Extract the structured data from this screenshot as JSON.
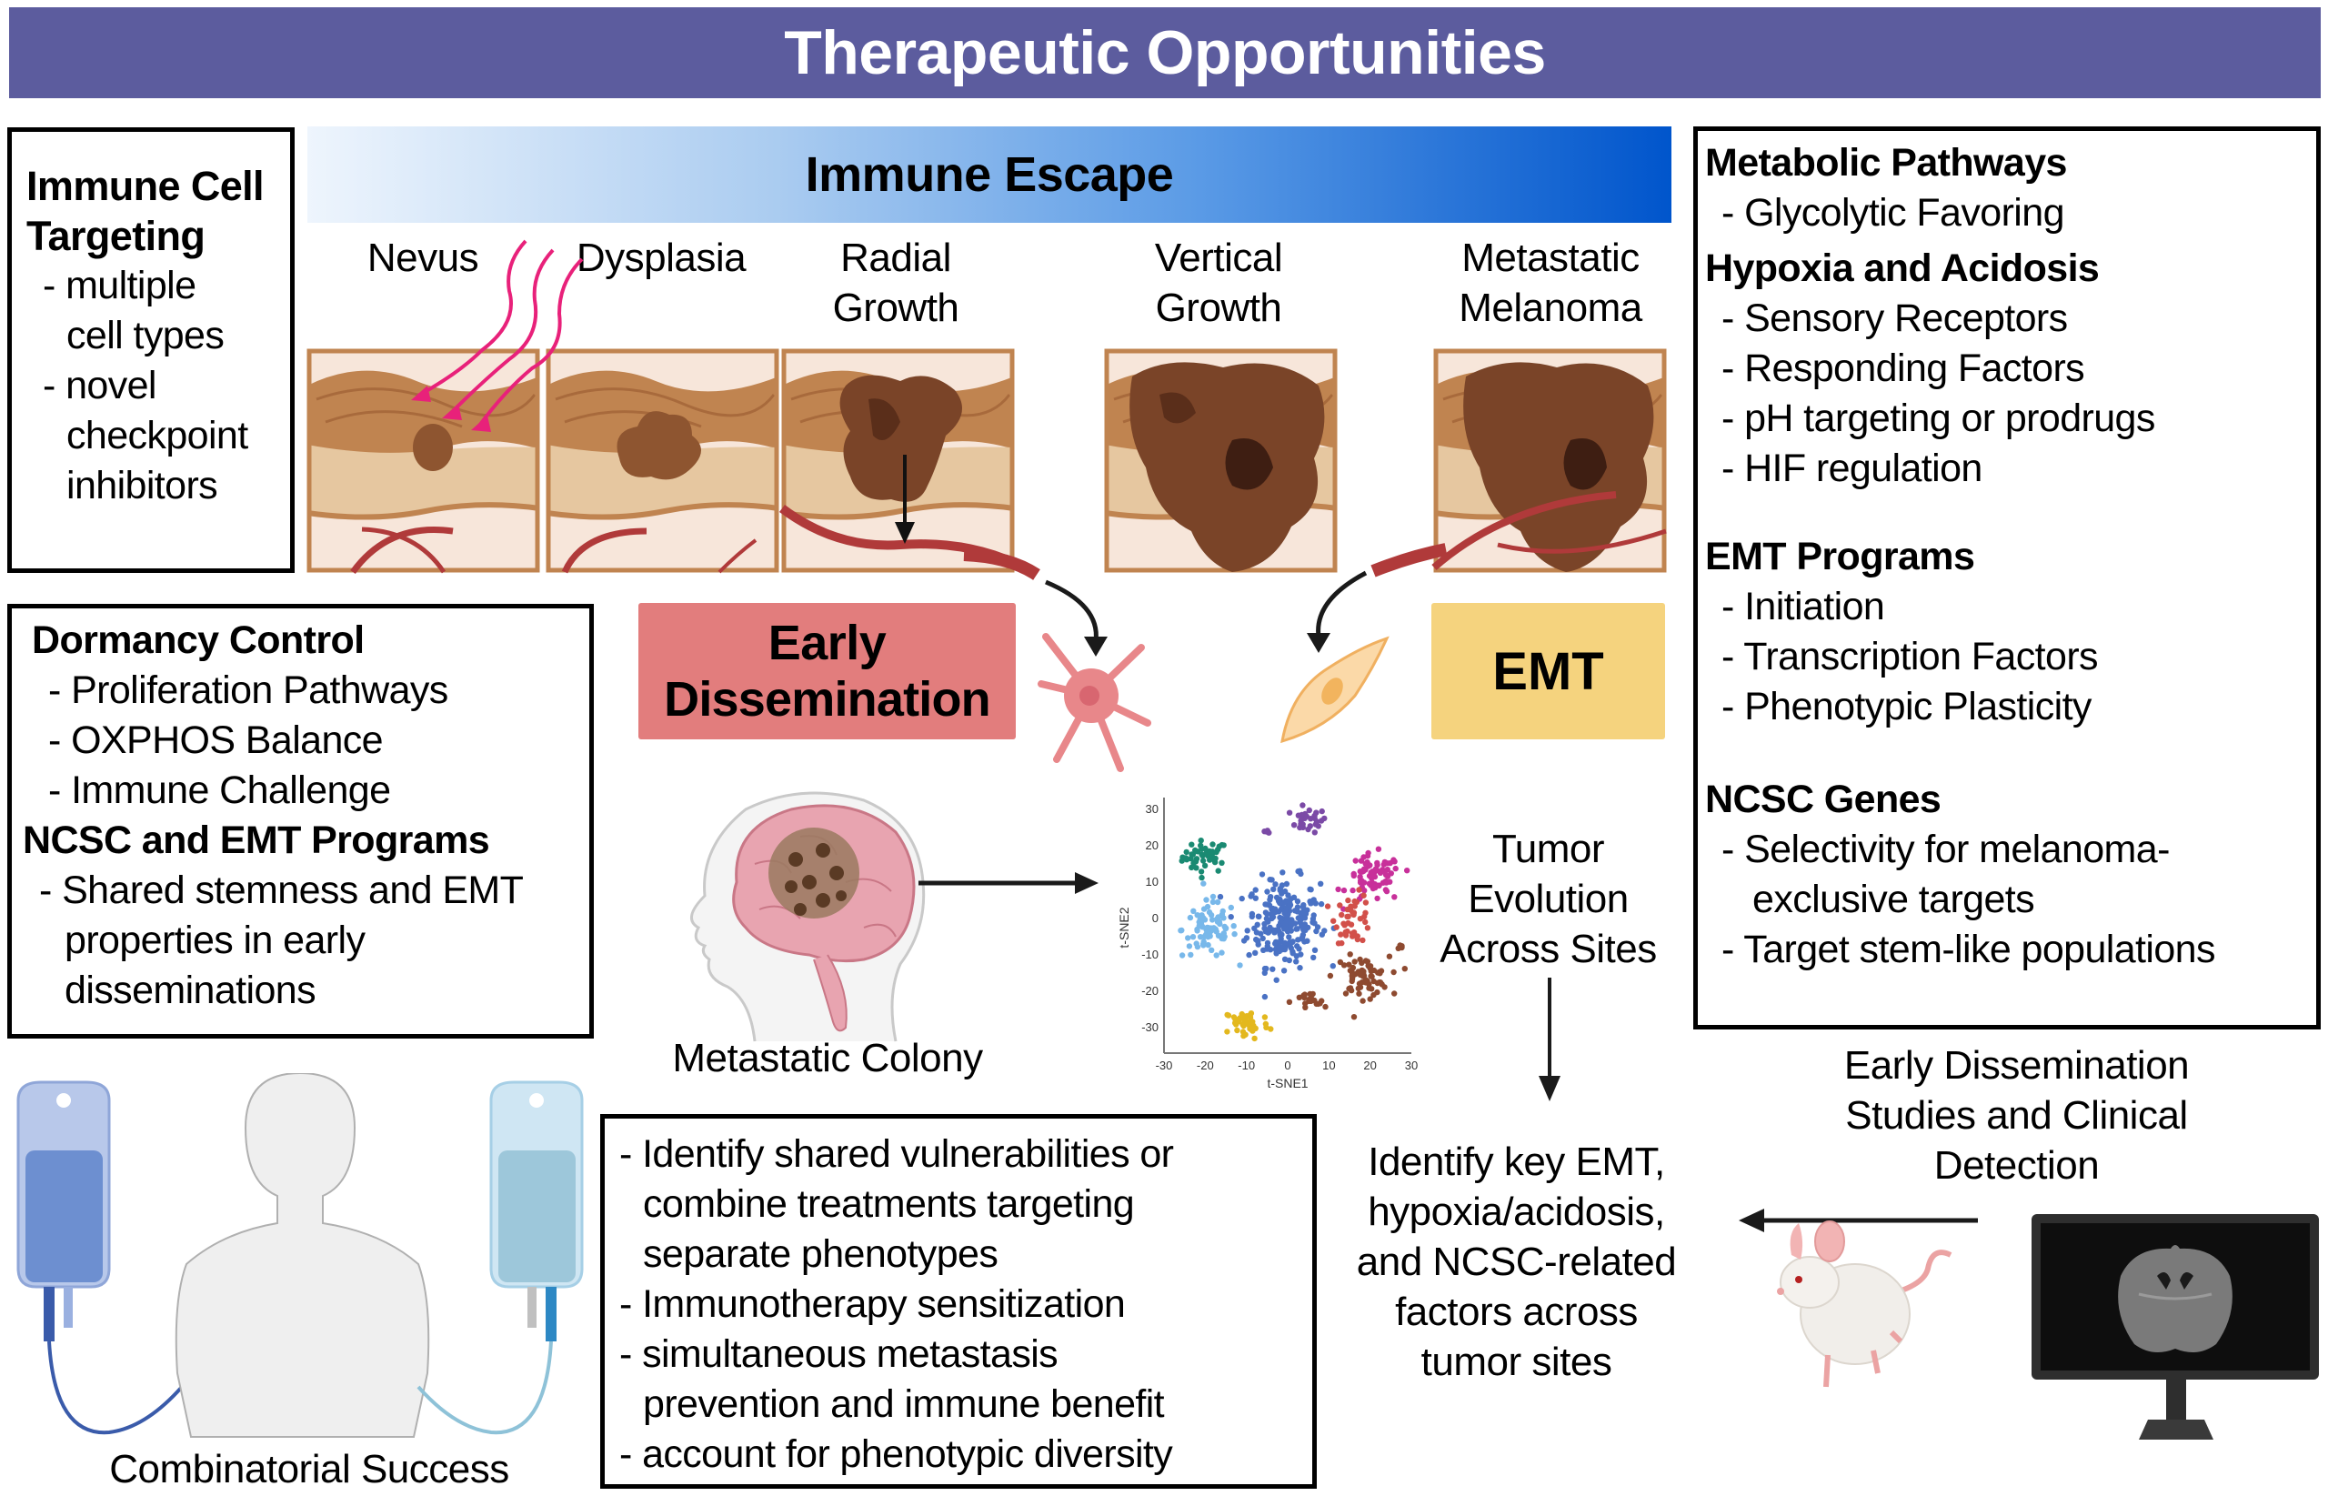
{
  "title": "Therapeutic Opportunities",
  "immune_escape": {
    "label": "Immune Escape",
    "stages": [
      {
        "line1": "Nevus",
        "line2": ""
      },
      {
        "line1": "Dysplasia",
        "line2": ""
      },
      {
        "line1": "Radial",
        "line2": "Growth"
      },
      {
        "line1": "Vertical",
        "line2": "Growth"
      },
      {
        "line1": "Metastatic",
        "line2": "Melanoma"
      }
    ]
  },
  "immune_cell_box": {
    "heading_line1": "Immune Cell",
    "heading_line2": "Targeting",
    "lines": [
      "- multiple",
      "cell types",
      "- novel",
      "checkpoint",
      "inhibitors"
    ]
  },
  "right_box": {
    "sections": [
      {
        "heading": "Metabolic Pathways",
        "items": [
          "- Glycolytic Favoring"
        ]
      },
      {
        "heading": "Hypoxia and Acidosis",
        "items": [
          "- Sensory Receptors",
          "- Responding Factors",
          "- pH targeting or prodrugs",
          "- HIF regulation"
        ]
      },
      {
        "heading": "EMT Programs",
        "items": [
          "- Initiation",
          "- Transcription Factors",
          "- Phenotypic Plasticity"
        ]
      },
      {
        "heading": "NCSC Genes",
        "items": [
          "- Selectivity for melanoma-",
          "exclusive targets",
          "- Target stem-like populations"
        ]
      }
    ]
  },
  "dormancy_box": {
    "heading1": "Dormancy Control",
    "items1": [
      "- Proliferation Pathways",
      "- OXPHOS Balance",
      "- Immune Challenge"
    ],
    "heading2": "NCSC and EMT Programs",
    "items2": [
      "- Shared stemness and EMT",
      "properties in early",
      "disseminations"
    ]
  },
  "early_dissemination": {
    "line1": "Early",
    "line2": "Dissemination",
    "color": "#E27D7D"
  },
  "emt": {
    "label": "EMT",
    "color": "#F5D37E"
  },
  "metastatic_colony": "Metastatic Colony",
  "tumor_evolution": [
    "Tumor",
    "Evolution",
    "Across Sites"
  ],
  "identify_key": [
    "Identify key EMT,",
    "hypoxia/acidosis,",
    "and NCSC-related",
    "factors across",
    "tumor sites"
  ],
  "early_studies": [
    "Early Dissemination",
    "Studies and Clinical",
    "Detection"
  ],
  "combinatorial": "Combinatorial Success",
  "bottom_box": {
    "lines": [
      "- Identify shared vulnerabilities or",
      "combine treatments targeting",
      "separate phenotypes",
      "- Immunotherapy sensitization",
      "- simultaneous metastasis",
      "prevention and immune benefit",
      "- account for phenotypic diversity"
    ]
  },
  "chart_data": {
    "type": "scatter",
    "title": "",
    "xlabel": "t-SNE1",
    "ylabel": "t-SNE2",
    "xlim": [
      -30,
      30
    ],
    "ylim": [
      -37,
      32
    ],
    "xticks": [
      "-30",
      "-20",
      "-10",
      "0",
      "10",
      "20",
      "30"
    ],
    "yticks": [
      "30",
      "20",
      "10",
      "0",
      "-10",
      "-20",
      "-30"
    ],
    "grid": false,
    "legend": "none",
    "clusters": [
      {
        "name": "teal",
        "color": "#1A8A72",
        "center": [
          -20,
          17
        ],
        "spread": [
          5,
          4
        ],
        "n": 45
      },
      {
        "name": "purple",
        "color": "#7B4AA6",
        "center": [
          5,
          27
        ],
        "spread": [
          4,
          3
        ],
        "n": 28
      },
      {
        "name": "purple-small",
        "color": "#7B4AA6",
        "center": [
          -5,
          24
        ],
        "spread": [
          1,
          0.6
        ],
        "n": 4
      },
      {
        "name": "blue",
        "color": "#4A72C4",
        "center": [
          -1,
          -1
        ],
        "spread": [
          8,
          11
        ],
        "n": 230
      },
      {
        "name": "light-blue",
        "color": "#78B8EA",
        "center": [
          -19,
          -3
        ],
        "spread": [
          6,
          7
        ],
        "n": 80
      },
      {
        "name": "magenta",
        "color": "#C8309A",
        "center": [
          21,
          11
        ],
        "spread": [
          6,
          6
        ],
        "n": 75
      },
      {
        "name": "red",
        "color": "#D2504A",
        "center": [
          16,
          0
        ],
        "spread": [
          4,
          6
        ],
        "n": 45
      },
      {
        "name": "brown",
        "color": "#8E4A30",
        "center": [
          18,
          -16
        ],
        "spread": [
          6,
          5
        ],
        "n": 70
      },
      {
        "name": "brown-small",
        "color": "#8E4A30",
        "center": [
          5,
          -23
        ],
        "spread": [
          4,
          2.5
        ],
        "n": 20
      },
      {
        "name": "brown-tiny",
        "color": "#8E4A30",
        "center": [
          28,
          -8
        ],
        "spread": [
          1,
          1
        ],
        "n": 4
      },
      {
        "name": "yellow",
        "color": "#E3B81E",
        "center": [
          -10,
          -29
        ],
        "spread": [
          5,
          4
        ],
        "n": 45
      }
    ]
  }
}
